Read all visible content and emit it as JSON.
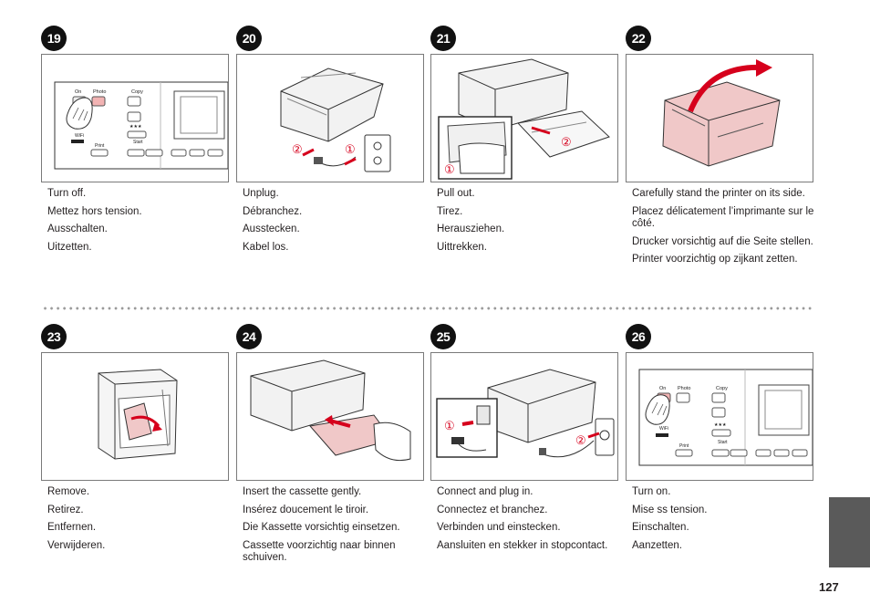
{
  "page_number": "127",
  "steps": [
    {
      "num": "19",
      "icon": "printer-control-panel-power-off",
      "lines": [
        "Turn off.",
        "Mettez hors tension.",
        "Ausschalten.",
        "Uitzetten."
      ]
    },
    {
      "num": "20",
      "icon": "unplug-power-cord",
      "callouts": [
        "②",
        "①"
      ],
      "lines": [
        "Unplug.",
        "Débranchez.",
        "Ausstecken.",
        "Kabel los."
      ]
    },
    {
      "num": "21",
      "icon": "pull-out-cassette",
      "callouts": [
        "①",
        "②"
      ],
      "lines": [
        "Pull out.",
        "Tirez.",
        "Herausziehen.",
        "Uittrekken."
      ]
    },
    {
      "num": "22",
      "icon": "stand-printer-on-side",
      "lines": [
        "Carefully stand the printer on its side.",
        "Placez délicatement l’imprimante sur le côté.",
        "Drucker vorsichtig auf die Seite stellen.",
        "Printer voorzichtig op zijkant zetten."
      ]
    },
    {
      "num": "23",
      "icon": "remove-jammed-paper",
      "lines": [
        "Remove.",
        "Retirez.",
        "Entfernen.",
        "Verwijderen."
      ]
    },
    {
      "num": "24",
      "icon": "insert-cassette",
      "lines": [
        "Insert the cassette gently.",
        "Insérez doucement le tiroir.",
        "Die Kassette vorsichtig einsetzen.",
        "Cassette voorzichtig naar binnen schuiven."
      ]
    },
    {
      "num": "25",
      "icon": "connect-and-plug-in",
      "callouts": [
        "①",
        "②"
      ],
      "lines": [
        "Connect and plug in.",
        "Connectez et branchez.",
        "Verbinden und einstecken.",
        "Aansluiten en stekker in stopcontact."
      ]
    },
    {
      "num": "26",
      "icon": "printer-control-panel-power-on",
      "lines": [
        "Turn on.",
        "Mise ss tension.",
        "Einschalten.",
        "Aanzetten."
      ]
    }
  ],
  "panel_labels": {
    "on": "On",
    "photo": "Photo",
    "copy": "Copy",
    "wifi": "WiFi",
    "print": "Print",
    "start": "Start",
    "stars": "★★★"
  }
}
